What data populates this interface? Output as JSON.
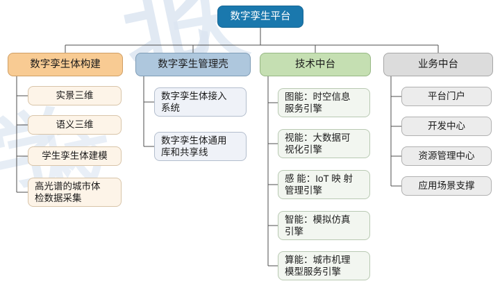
{
  "diagram": {
    "title": "数字孪生平台",
    "type": "organization-tree",
    "watermark_chars": [
      "北",
      "大",
      "学",
      "校"
    ],
    "colors": {
      "root_fill": "#1a78ad",
      "root_text": "#ffffff",
      "branch1_fill": "#f8cb93",
      "branch2_fill": "#aec7dd",
      "branch3_fill": "#c5dfb2",
      "branch4_fill": "#dcdcdc",
      "leaf1_fill": "#fdf4e8",
      "leaf2_fill": "#eff2f8",
      "leaf3_fill": "#f2f6f0",
      "leaf4_fill": "#ececec",
      "connector": "#4d4d4d",
      "background": "#ffffff"
    },
    "root": {
      "label": "数字孪生平台"
    },
    "branches": [
      {
        "id": "branch-construction",
        "label": "数字孪生体构建",
        "children": [
          {
            "id": "leaf-real-3d",
            "label": "实景三维"
          },
          {
            "id": "leaf-semantic-3d",
            "label": "语义三维"
          },
          {
            "id": "leaf-twin-modeling",
            "label": "学生孪生体建模"
          },
          {
            "id": "leaf-hyperspectral",
            "label": "高光谱的城市体\n检数据采集"
          }
        ]
      },
      {
        "id": "branch-management-shell",
        "label": "数字孪生管理壳",
        "children": [
          {
            "id": "leaf-access-system",
            "label": "数字孪生体接入\n系统"
          },
          {
            "id": "leaf-common-library",
            "label": "数字孪生体通用\n库和共享线"
          }
        ]
      },
      {
        "id": "branch-tech-platform",
        "label": "技术中台",
        "children": [
          {
            "id": "leaf-map-engine",
            "label": "图能：时空信息\n服务引擎"
          },
          {
            "id": "leaf-visual-engine",
            "label": "视能：大数据可\n视化引擎"
          },
          {
            "id": "leaf-sense-engine",
            "label": "感 能：IoT 映 射\n管理引擎"
          },
          {
            "id": "leaf-smart-engine",
            "label": "智能：模拟仿真\n引擎"
          },
          {
            "id": "leaf-compute-engine",
            "label": "算能：城市机理\n模型服务引擎"
          }
        ]
      },
      {
        "id": "branch-business-platform",
        "label": "业务中台",
        "children": [
          {
            "id": "leaf-portal",
            "label": "平台门户"
          },
          {
            "id": "leaf-dev-center",
            "label": "开发中心"
          },
          {
            "id": "leaf-resource-center",
            "label": "资源管理中心"
          },
          {
            "id": "leaf-scenario-support",
            "label": "应用场景支撑"
          }
        ]
      }
    ]
  }
}
